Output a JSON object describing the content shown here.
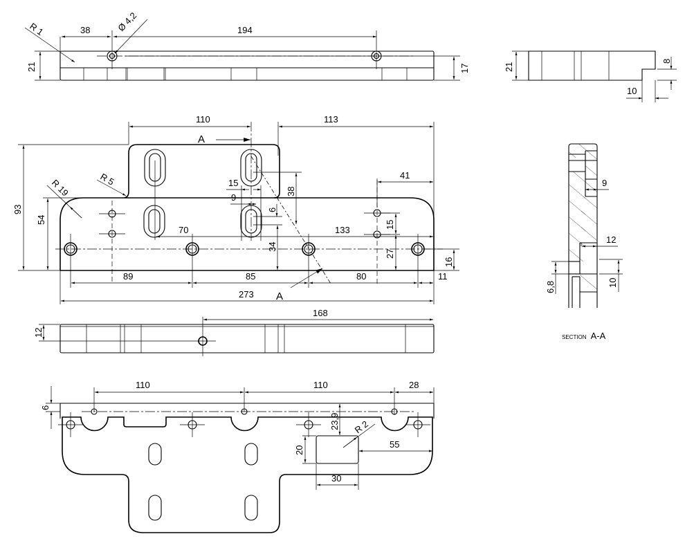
{
  "drawing": {
    "views": {
      "top_view": {
        "dims": {
          "corner_radius": "R 1",
          "hole_dia": "Ø 4,2",
          "hole_offset": "38",
          "hole_pitch": "194",
          "height_left": "21",
          "height_right": "17"
        }
      },
      "side_view": {
        "dims": {
          "height": "21",
          "step_height": "8",
          "step_width": "10"
        }
      },
      "front_view": {
        "dims": {
          "upper_left_to_center": "110",
          "center_to_right": "113",
          "overall_height": "93",
          "lower_height": "54",
          "radius_large": "R 19",
          "radius_small": "R 5",
          "slot_width": "15",
          "slot_inner_width": "9",
          "slot_length": "38",
          "slot_gap": "6",
          "slot_pos_x": "70",
          "slot_pos_y": "34",
          "holes_span": "133",
          "hole_from_right": "41",
          "hole_pair_pitch": "15",
          "hole_pair_height": "27",
          "bottom_hole_height": "16",
          "pitch_1": "89",
          "pitch_2": "85",
          "pitch_3": "80",
          "right_edge": "11",
          "overall_width": "273"
        },
        "section_marks": [
          "A",
          "A"
        ]
      },
      "bottom_view": {
        "dims": {
          "thickness": "12",
          "hole_from_right": "168"
        }
      },
      "plan_view": {
        "dims": {
          "edge_offset": "6",
          "pitch_left": "110",
          "pitch_right": "110",
          "right_margin": "28",
          "window_depth": "23,9",
          "window_radius": "R 2",
          "window_height": "20",
          "window_to_edge": "55",
          "window_width": "30"
        }
      },
      "section_view": {
        "title_prefix": "SECTION",
        "title_letters": "A-A",
        "dims": {
          "slot_depth": "9",
          "counterbore_depth": "12",
          "hole_dia": "6,8",
          "counterbore_dia": "10"
        }
      }
    }
  }
}
